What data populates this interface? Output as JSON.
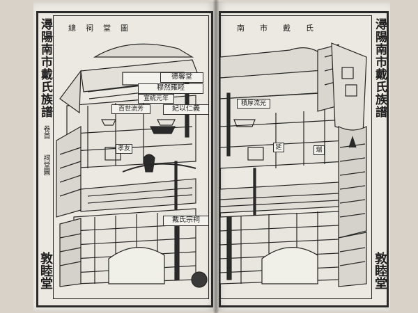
{
  "left_page": {
    "spine_title": "潯陽南市戴氏族譜",
    "spine_volume": "卷首",
    "spine_section": "祠堂圖",
    "spine_bottom": "敦睦堂",
    "illustration_title": "總祠堂圖",
    "signs": {
      "hall_name": "德馨堂",
      "plaque_top": "穆然雍睦",
      "plaque_small": "宣統元年",
      "couplet": "紀以仁義",
      "side_plaque_1": "百世流芳",
      "side_plaque_2": "孝友",
      "gate_plaque": "戴氏宗祠"
    }
  },
  "right_page": {
    "spine_title": "潯陽南市戴氏族譜",
    "spine_bottom": "敦睦堂",
    "illustration_title": "南市戴氏",
    "signs": {
      "side_plaque": "積厚流光",
      "side_sign_left": "延",
      "side_sign_right": "瑞"
    }
  }
}
